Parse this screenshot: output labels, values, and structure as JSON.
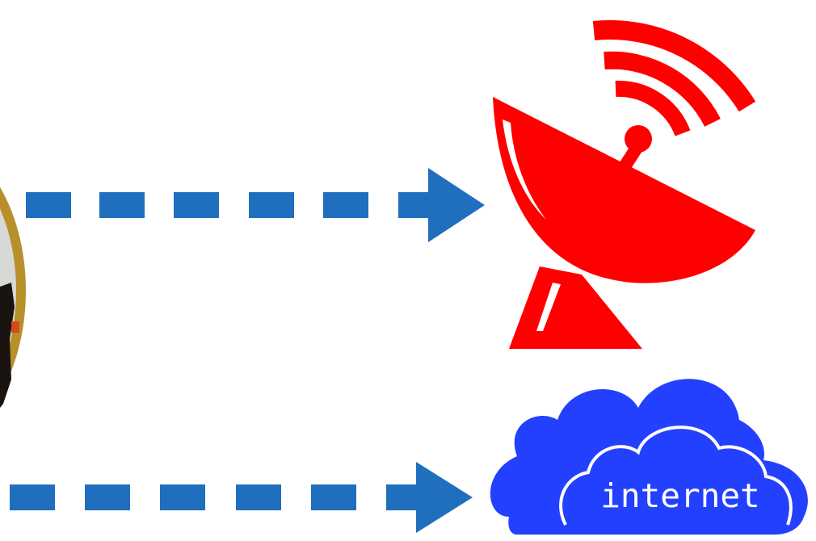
{
  "diagram": {
    "cloud_label": "internet",
    "icons": {
      "satellite": "satellite-dish-icon",
      "cloud": "cloud-icon",
      "photo": "person-photo-icon"
    },
    "arrows": [
      {
        "from": "person-photo",
        "to": "satellite-dish"
      },
      {
        "from": "person-photo",
        "to": "internet-cloud"
      }
    ]
  },
  "colors": {
    "arrow": "#1f6fbe",
    "dish": "#ff0000",
    "cloud": "#2440ff",
    "cloud_outline": "#ffffff",
    "cloud_text": "#ffffff",
    "photo_frame": "#b8902a",
    "photo_inner": "#d8d8d8",
    "photo_figure": "#1a1410",
    "photo_accent": "#d84a1a"
  }
}
